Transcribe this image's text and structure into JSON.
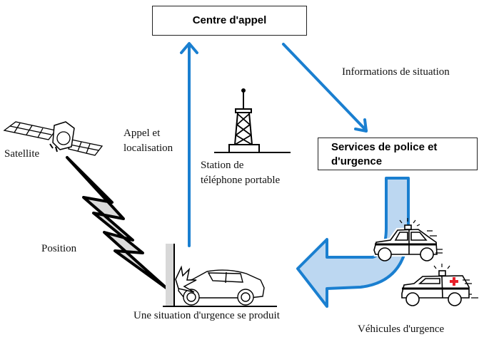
{
  "diagram": {
    "boxes": {
      "call_centre": "Centre d'appel",
      "services_line1": "Services de police et",
      "services_line2": "d'urgence"
    },
    "labels": {
      "satellite": "Satellite",
      "position": "Position",
      "call_line1": "Appel et",
      "call_line2": "localisation",
      "station_line1": "Station de",
      "station_line2": "téléphone portable",
      "situation_info": "Informations de situation",
      "emergency_occurs": "Une situation d'urgence se produit",
      "emergency_vehicles": "Véhicules d'urgence"
    },
    "colors": {
      "arrow_blue": "#1a7fd0",
      "arrow_fill": "#bcd7f1",
      "bolt_fill": "#dcdcdc",
      "cross_red": "#e8202a"
    }
  }
}
